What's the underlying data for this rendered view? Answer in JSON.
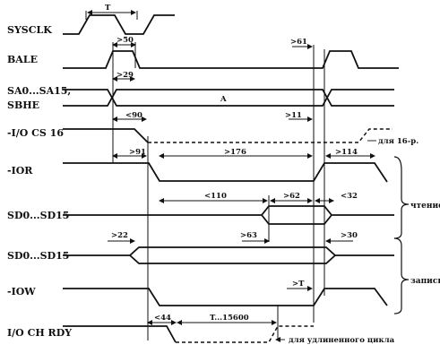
{
  "signals": {
    "sysclk": "SYSCLK",
    "bale": "BALE",
    "sa": "SA0...SA15,",
    "sbhe": "SBHE",
    "iocs16": "-I/O CS 16",
    "ior": "-IOR",
    "sd_read": "SD0...SD15",
    "sd_write": "SD0...SD15",
    "iow": "-IOW",
    "iochrdy": "I/O CH RDY"
  },
  "timings": {
    "period": "T",
    "bale_width": ">50",
    "addr_setup": ">29",
    "bale_to_addr": ">61",
    "cs16_delay": "<90",
    "addr_hold": ">11",
    "ior_delay": ">91",
    "ior_width": ">176",
    "ior_recovery": ">114",
    "read_data_window": "<110",
    "read_data_valid": ">62",
    "read_data_hold": "<32",
    "write_data_setup": ">22",
    "write_data_hold": ">30",
    "iow_data": ">63",
    "iow_hold": ">T",
    "rdy_delay": "<44",
    "rdy_width": "T...15600",
    "address_value": "A"
  },
  "notes": {
    "cs16_note": "для 16-р.",
    "rdy_note": "для удлиненного цикла"
  },
  "groups": {
    "read": "чтение",
    "write": "запись"
  }
}
